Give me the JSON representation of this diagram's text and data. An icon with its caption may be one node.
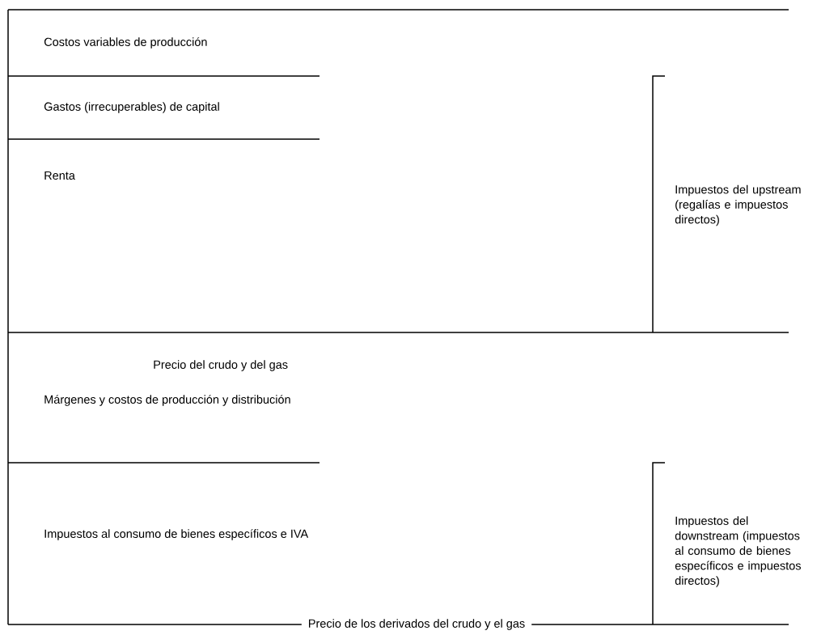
{
  "diagram": {
    "labels": [
      "Costos variables de producción",
      "Gastos (irrecuperables) de capital",
      "Renta",
      "Impuestos del upstream (regalías e impuestos directos)",
      "Precio del crudo y del gas",
      "Márgenes y costos de producción y distribución",
      "Impuestos al consumo de bienes específicos e IVA",
      "Impuestos del downstream (impuestos al consumo de bienes específicos e impuestos directos)",
      "Precio de los derivados del crudo y el gas"
    ]
  }
}
